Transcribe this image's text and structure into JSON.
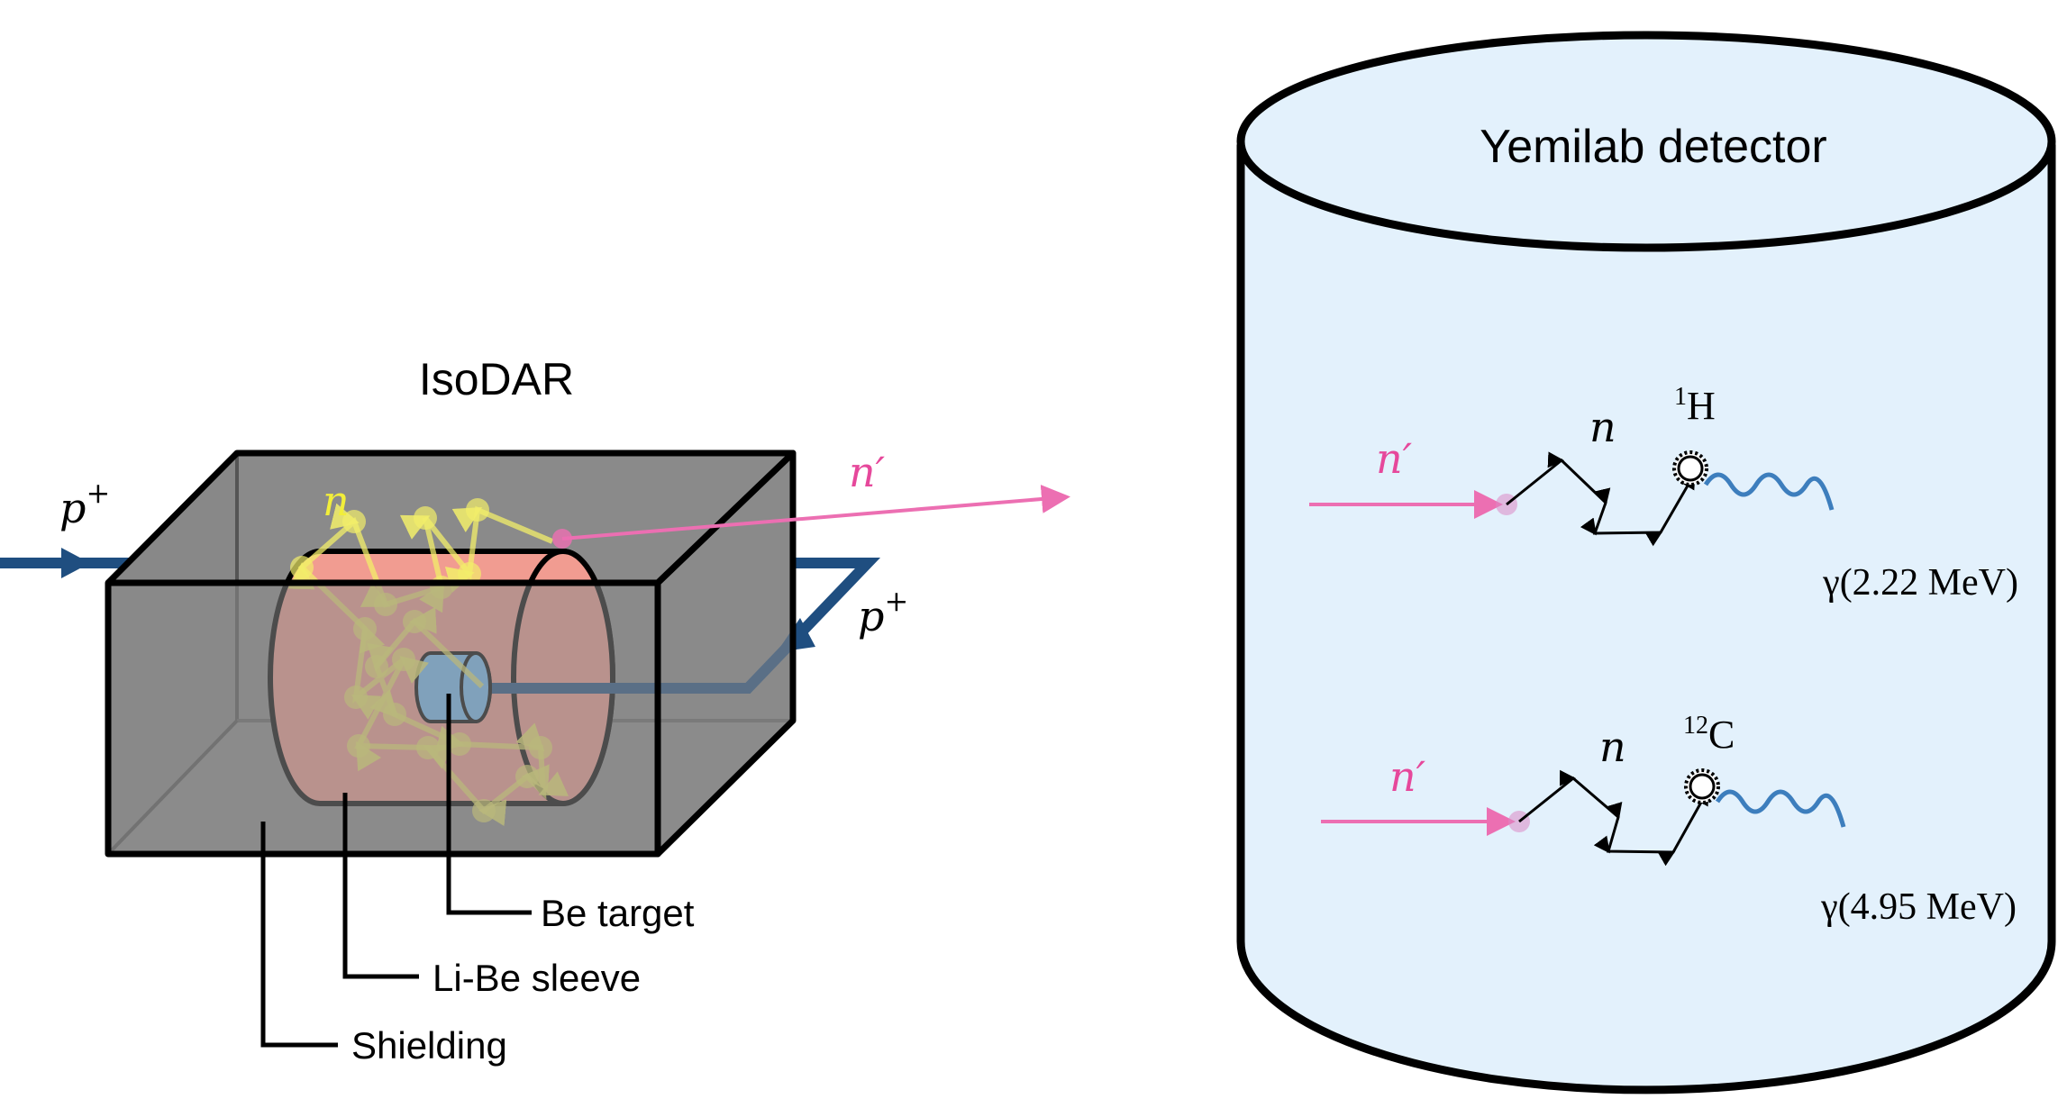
{
  "colors": {
    "background": "#ffffff",
    "shielding": "#8a8a8a",
    "sleeve": "#f19c91",
    "target": "#74bdf7",
    "proton_beam": "#1f4e80",
    "neutron_walk": "#f2ee6a",
    "sterile_neutron": "#ec6fb2",
    "detector_fill": "#e3f1fc",
    "gamma": "#3d7ebd",
    "outline": "#000000"
  },
  "isodar": {
    "title": "IsoDAR",
    "proton_in_label": "p",
    "proton_in_sup": "+",
    "proton_out_label": "p",
    "proton_out_sup": "+",
    "neutron_label": "n",
    "sterile_neutron_label": "n′",
    "callouts": {
      "be_target": "Be target",
      "li_be_sleeve": "Li-Be sleeve",
      "shielding": "Shielding"
    }
  },
  "detector": {
    "title": "Yemilab detector",
    "capture_h": {
      "incoming_label": "n′",
      "neutron_label": "n",
      "nucleus_mass": "1",
      "nucleus_symbol": "H",
      "gamma_label": "γ(2.22 MeV)"
    },
    "capture_c": {
      "incoming_label": "n′",
      "neutron_label": "n",
      "nucleus_mass": "12",
      "nucleus_symbol": "C",
      "gamma_label": "γ(4.95 MeV)"
    }
  }
}
